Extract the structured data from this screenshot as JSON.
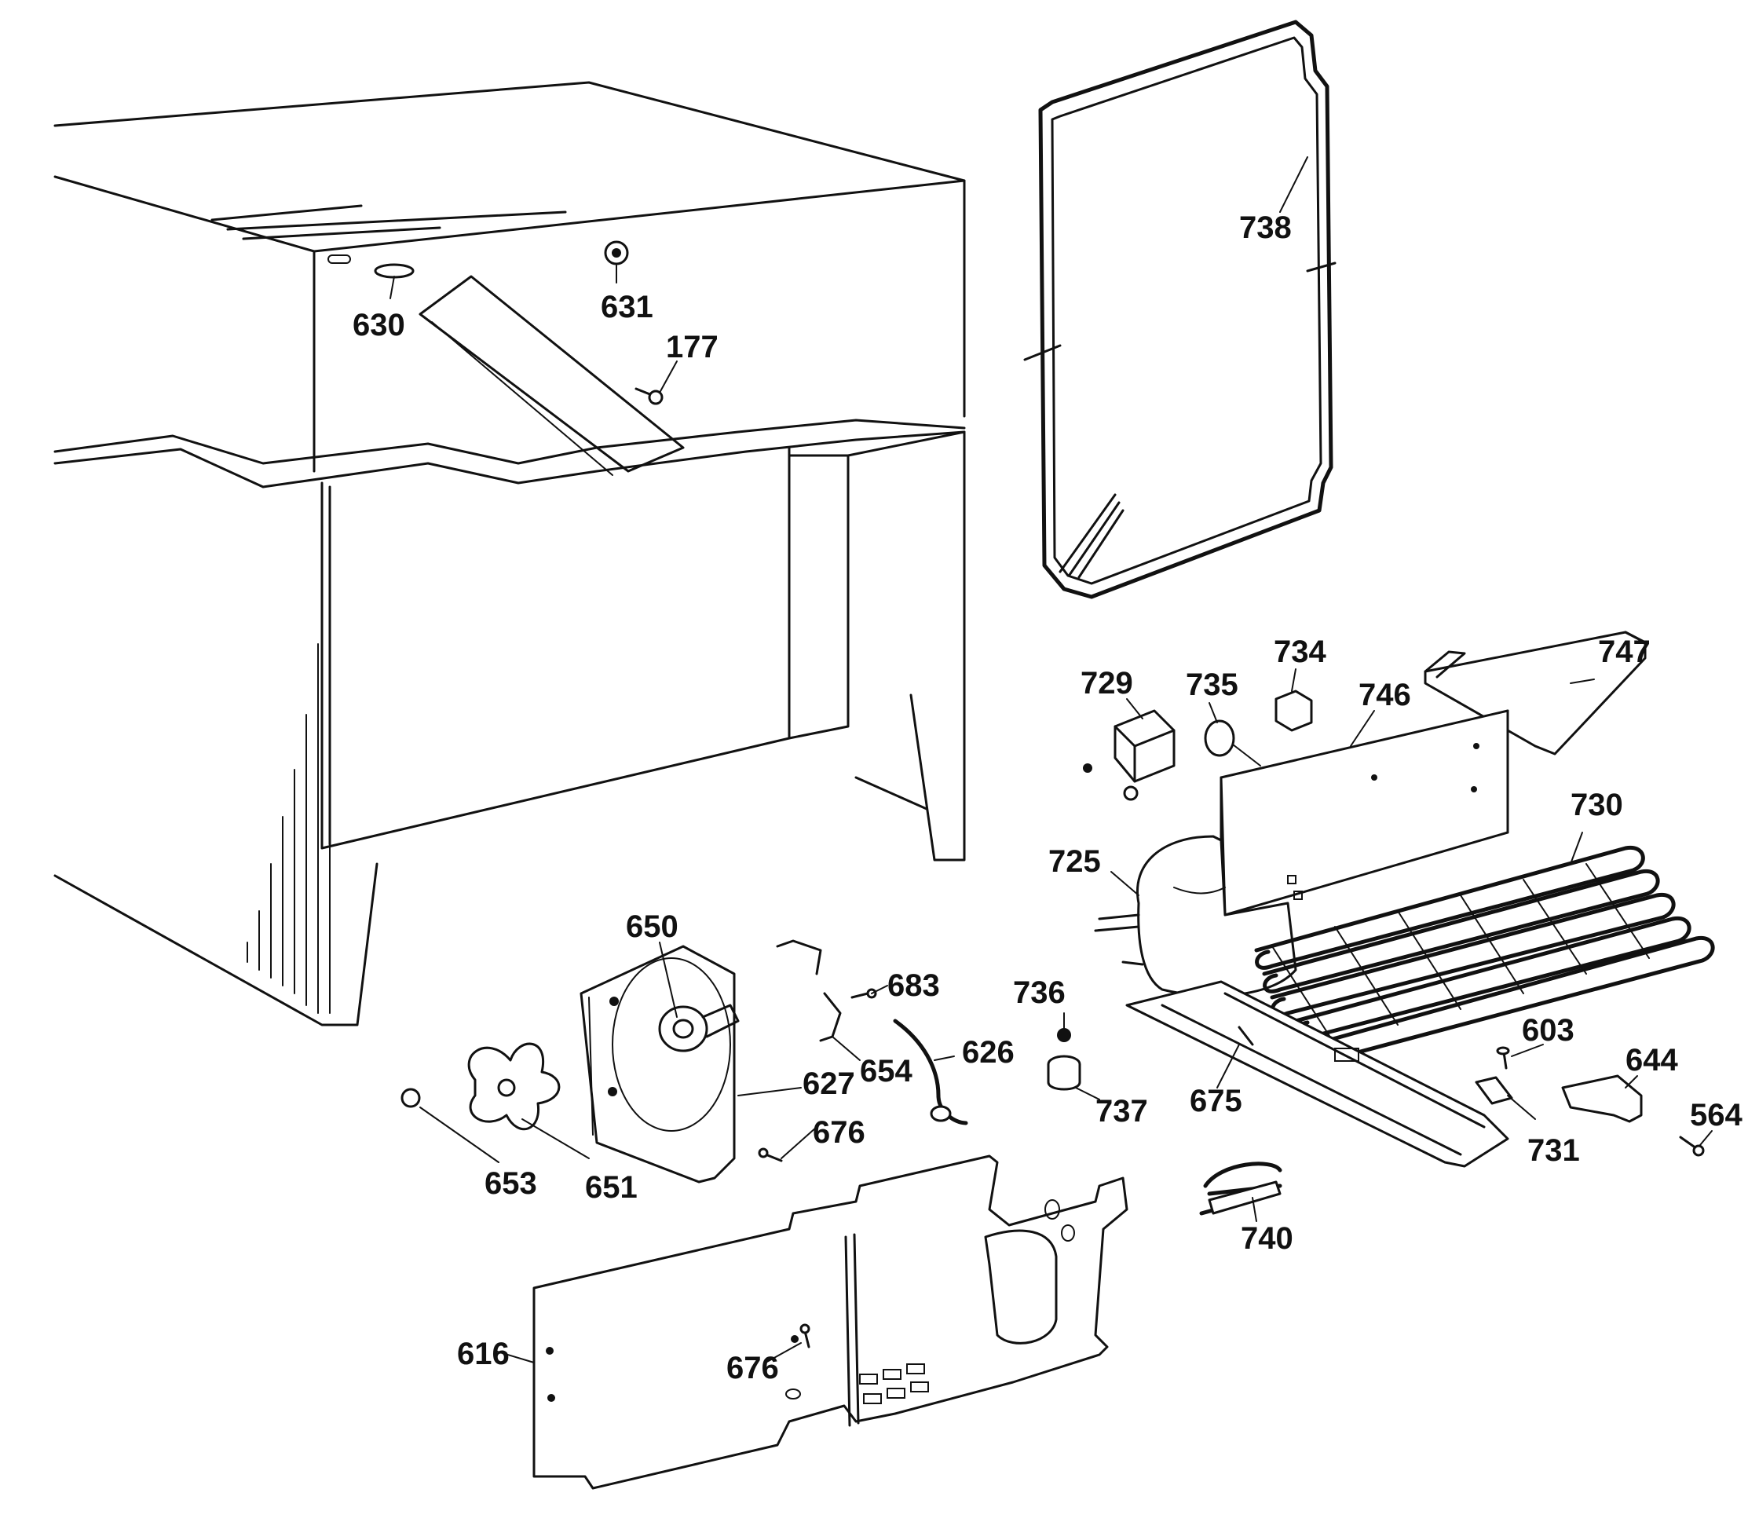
{
  "callouts": {
    "c630": "630",
    "c631": "631",
    "c177": "177",
    "c738": "738",
    "c729": "729",
    "c735": "735",
    "c734": "734",
    "c746": "746",
    "c747": "747",
    "c730": "730",
    "c725": "725",
    "c650": "650",
    "c683": "683",
    "c626": "626",
    "c654": "654",
    "c627": "627",
    "c736": "736",
    "c737": "737",
    "c675": "675",
    "c603": "603",
    "c644": "644",
    "c564": "564",
    "c731": "731",
    "c740": "740",
    "c676a": "676",
    "c676b": "676",
    "c653": "653",
    "c651": "651",
    "c616": "616"
  }
}
